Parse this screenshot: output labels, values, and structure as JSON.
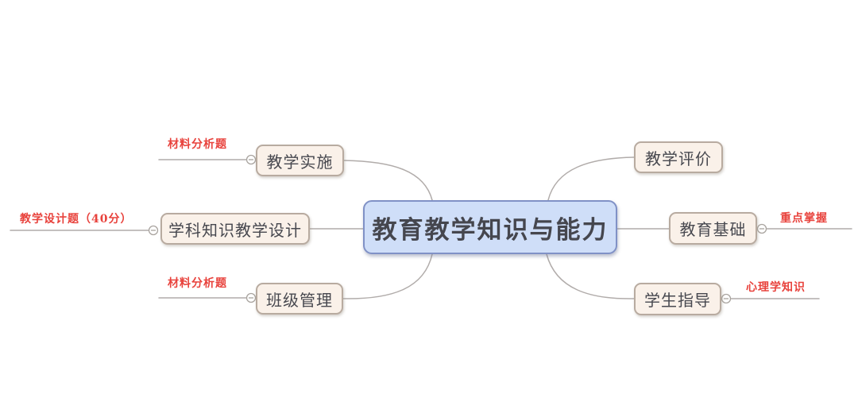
{
  "mindmap": {
    "root": {
      "label": "教育教学知识与能力"
    },
    "branches": [
      {
        "id": "jiaoxue-shishi",
        "label": "教学实施",
        "side": "left",
        "annotation": "材料分析题"
      },
      {
        "id": "xueke-sheji",
        "label": "学科知识教学设计",
        "side": "left",
        "annotation": "教学设计题（40分）"
      },
      {
        "id": "banji-guanli",
        "label": "班级管理",
        "side": "left",
        "annotation": "材料分析题"
      },
      {
        "id": "jiaoxue-pingjia",
        "label": "教学评价",
        "side": "right",
        "annotation": ""
      },
      {
        "id": "jiaoyu-jichu",
        "label": "教育基础",
        "side": "right",
        "annotation": "重点掌握"
      },
      {
        "id": "xuesheng-zhidao",
        "label": "学生指导",
        "side": "right",
        "annotation": "心理学知识"
      }
    ],
    "toggles": {
      "state": "expanded",
      "glyph": "minus"
    },
    "colors": {
      "root_fill": "#cfdef8",
      "root_border": "#8091c6",
      "branch_fill": "#faf1e9",
      "branch_border": "#b8aba0",
      "line": "#b1acaa",
      "annotation_text": "#e8423c",
      "node_text": "#47484f",
      "background": "#ffffff"
    }
  }
}
